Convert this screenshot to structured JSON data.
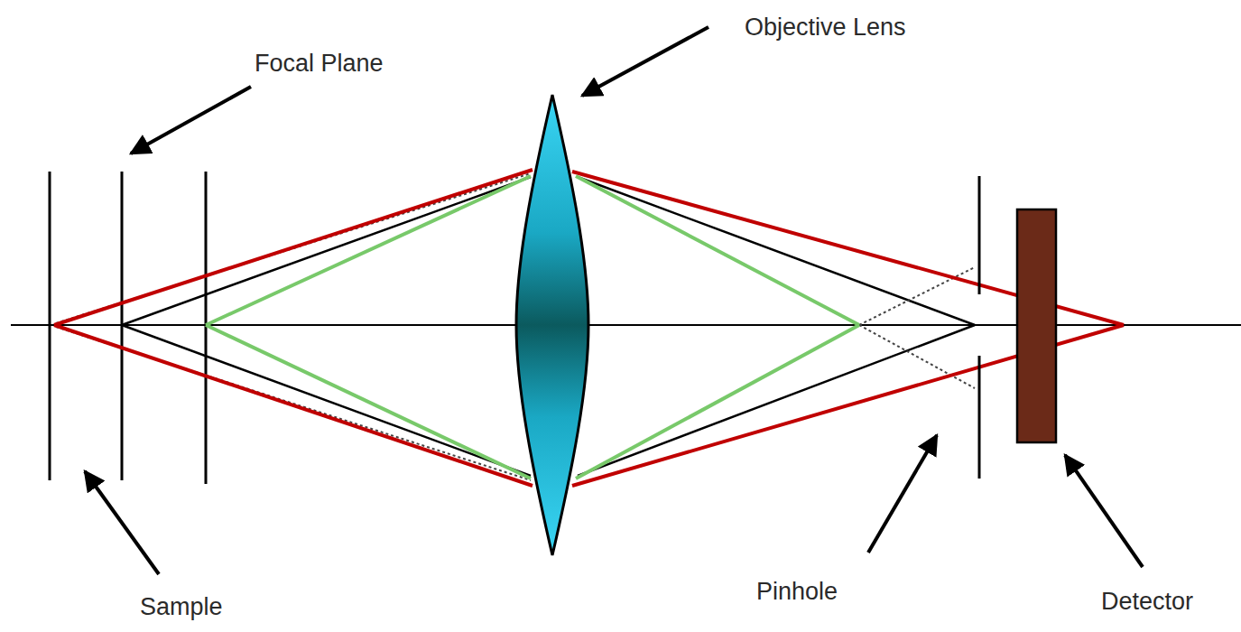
{
  "diagram": {
    "labels": [
      "Focal Plane",
      "Objective Lens",
      "Sample",
      "Pinhole",
      "Detector"
    ]
  }
}
